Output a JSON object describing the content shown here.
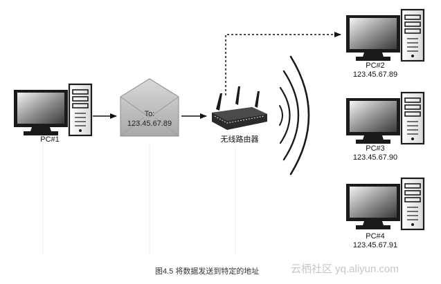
{
  "nodes": {
    "pc1": {
      "name": "PC#1"
    },
    "pc2": {
      "name": "PC#2",
      "ip": "123.45.67.89"
    },
    "pc3": {
      "name": "PC#3",
      "ip": "123.45.67.90"
    },
    "pc4": {
      "name": "PC#4",
      "ip": "123.45.67.91"
    },
    "router": {
      "name": "无线路由器"
    },
    "envelope": {
      "to_label": "To:",
      "address": "123.45.67.89"
    }
  },
  "caption": "图4.5  将数据发送到特定的地址",
  "watermark": "云栖社区 yq.aliyun.com",
  "icons": [
    "computer-icon",
    "envelope-icon",
    "wireless-router-icon",
    "wifi-waves-icon"
  ]
}
